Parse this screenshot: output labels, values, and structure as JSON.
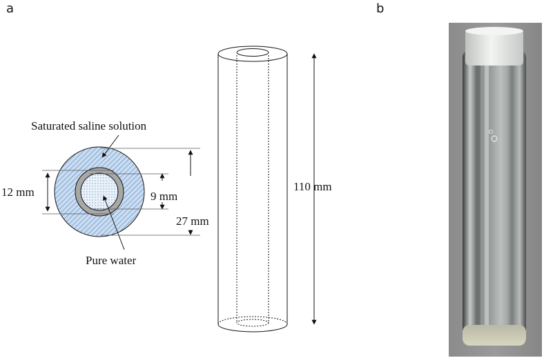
{
  "panels": {
    "a": "a",
    "b": "b"
  },
  "diagram": {
    "label_solution": "Saturated saline solution",
    "label_water": "Pure water",
    "dim_12": "12 mm",
    "dim_9": "9 mm",
    "dim_27": "27 mm",
    "dim_110": "110 mm"
  },
  "colors": {
    "saline_fill": "#c9ddf2",
    "hatch": "#5a7fb2",
    "tube_wall": "#a8a8a8",
    "water_fill": "#eaf2fa"
  },
  "photo": {
    "subject": "photograph of sealed transparent cylindrical vial with cap"
  }
}
